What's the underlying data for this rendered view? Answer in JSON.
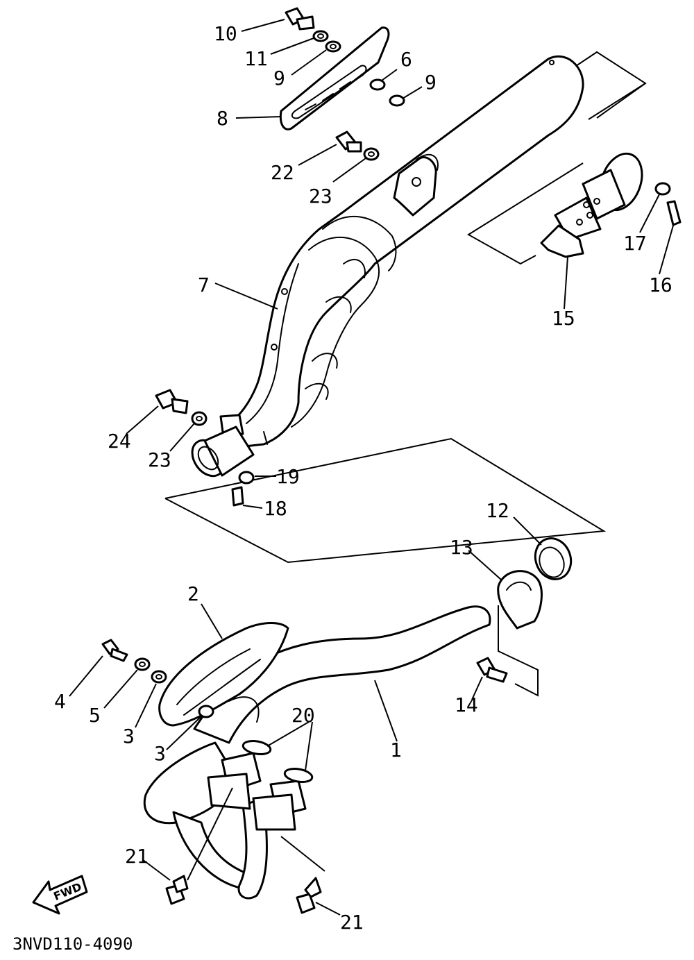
{
  "diagram": {
    "drawing_code": "3NVD110-4090",
    "direction_badge": "FWD",
    "callouts": [
      "1",
      "2",
      "3",
      "3",
      "4",
      "5",
      "6",
      "7",
      "8",
      "9",
      "9",
      "10",
      "11",
      "12",
      "13",
      "14",
      "15",
      "16",
      "17",
      "18",
      "19",
      "20",
      "21",
      "21",
      "22",
      "23",
      "23",
      "24"
    ]
  }
}
